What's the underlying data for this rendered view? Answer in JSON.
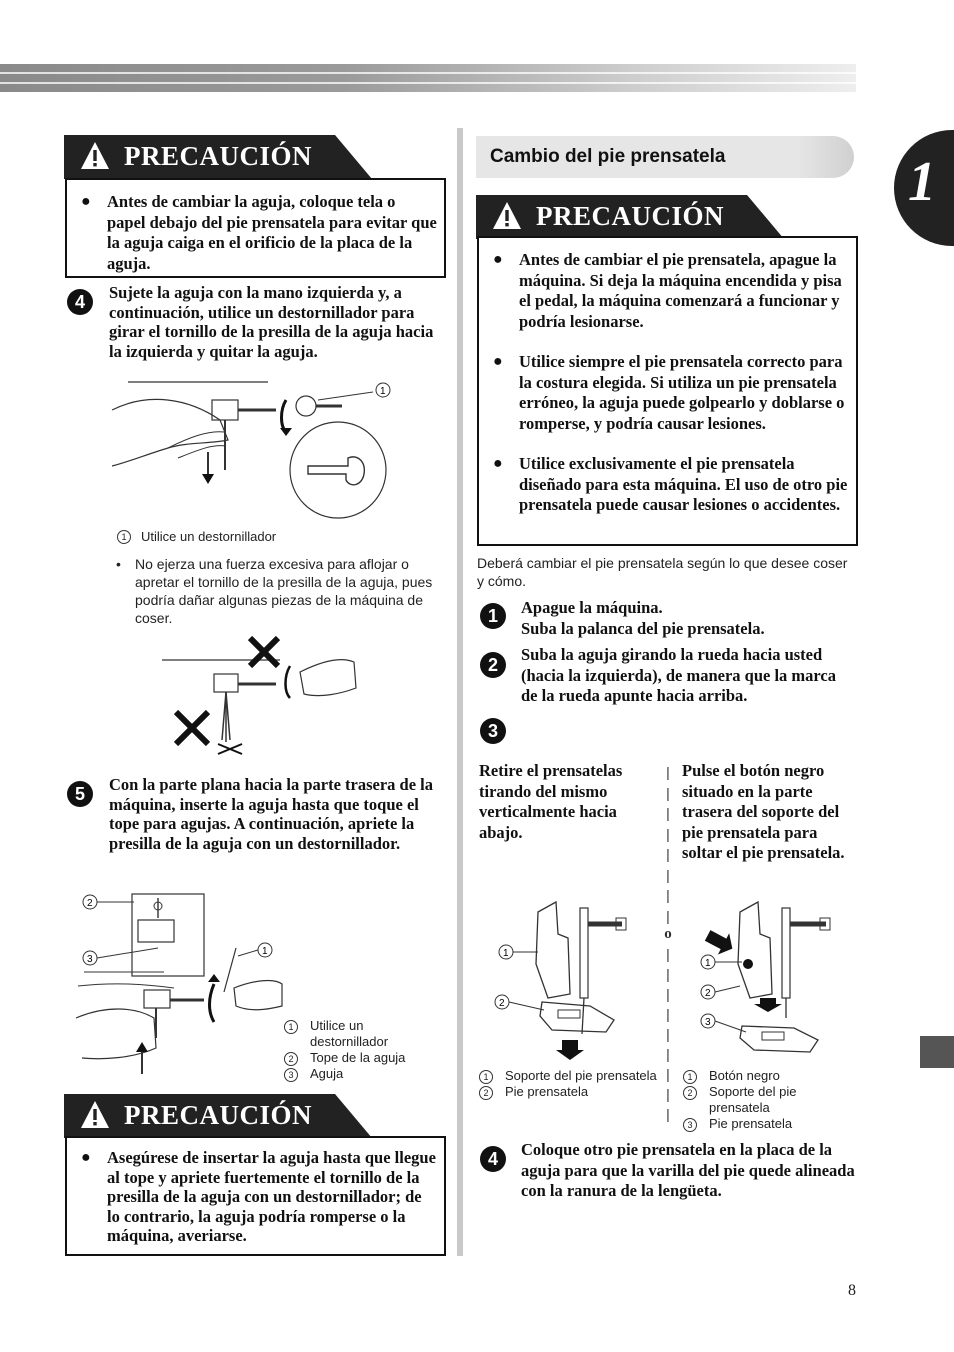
{
  "chapter": {
    "number": "1"
  },
  "page_number": "8",
  "left": {
    "caution1": {
      "title": "PRECAUCIÓN",
      "items": [
        "Antes de cambiar la aguja, coloque tela o papel debajo del pie prensatela para evitar que la aguja caiga en el orificio de la placa de la aguja."
      ]
    },
    "step4": {
      "number": "4",
      "text": "Sujete la aguja con la mano izquierda y, a continuación, utilice un destornillador para girar el tornillo de la presilla de la aguja hacia la izquierda y quitar la aguja."
    },
    "fig1_callout": "1",
    "fig1_legend": [
      {
        "num": "1",
        "text": "Utilice un destornillador"
      }
    ],
    "note": "No ejerza una fuerza excesiva para aflojar o apretar el tornillo de la presilla de la aguja, pues podría dañar algunas piezas de la máquina de coser.",
    "step5": {
      "number": "5",
      "text": "Con la parte plana hacia la parte trasera de la máquina, inserte la aguja hasta que toque el tope para agujas. A continuación, apriete la presilla de la aguja con un destornillador."
    },
    "fig3_callouts": [
      "2",
      "3",
      "1"
    ],
    "fig3_legend": [
      {
        "num": "1",
        "text": "Utilice un destornillador"
      },
      {
        "num": "2",
        "text": "Tope de la aguja"
      },
      {
        "num": "3",
        "text": "Aguja"
      }
    ],
    "caution2": {
      "title": "PRECAUCIÓN",
      "items": [
        "Asegúrese de insertar la aguja hasta que llegue al tope y apriete fuertemente el tornillo de la presilla de la aguja con un destornillador; de lo contrario, la aguja podría romperse o la máquina, averiarse."
      ]
    }
  },
  "right": {
    "section_title": "Cambio del pie prensatela",
    "caution": {
      "title": "PRECAUCIÓN",
      "items": [
        "Antes de cambiar el pie prensatela, apague la máquina. Si deja la máquina encendida y pisa el pedal, la máquina comenzará a funcionar y podría lesionarse.",
        "Utilice siempre el pie prensatela correcto para la costura elegida. Si utiliza un pie prensatela erróneo, la aguja puede golpearlo y doblarse o romperse, y podría causar lesiones.",
        "Utilice exclusivamente el pie prensatela diseñado para esta máquina. El uso de otro pie prensatela puede causar lesiones o accidentes."
      ]
    },
    "intro": "Deberá cambiar el pie prensatela según lo que desee coser y cómo.",
    "step1": {
      "number": "1",
      "lines": [
        "Apague la máquina.",
        "Suba la palanca del pie prensatela."
      ]
    },
    "step2": {
      "number": "2",
      "text": "Suba la aguja girando la rueda hacia usted (hacia la izquierda), de manera que la marca de la rueda apunte hacia arriba."
    },
    "step3": {
      "number": "3"
    },
    "option_a": "Retire el prensatelas tirando del mismo verticalmente hacia abajo.",
    "or_label": "o",
    "option_b": "Pulse el botón negro situado en la parte trasera del soporte del pie prensatela para soltar el pie prensatela.",
    "fig_a_callouts": [
      "1",
      "2"
    ],
    "fig_a_legend": [
      {
        "num": "1",
        "text": "Soporte del pie prensatela"
      },
      {
        "num": "2",
        "text": "Pie prensatela"
      }
    ],
    "fig_b_callouts": [
      "1",
      "2",
      "3"
    ],
    "fig_b_legend": [
      {
        "num": "1",
        "text": "Botón negro"
      },
      {
        "num": "2",
        "text": "Soporte del pie prensatela"
      },
      {
        "num": "3",
        "text": "Pie prensatela"
      }
    ],
    "step4": {
      "number": "4",
      "text": "Coloque otro pie prensatela en la placa de la aguja para que la varilla del pie quede alineada con la ranura de la lengüeta."
    }
  },
  "colors": {
    "caution_bg": "#222222",
    "band": "#9a9a9a",
    "section_bg": "#e6e6e6"
  },
  "icons": [
    "warning-icon",
    "cross-icon"
  ]
}
